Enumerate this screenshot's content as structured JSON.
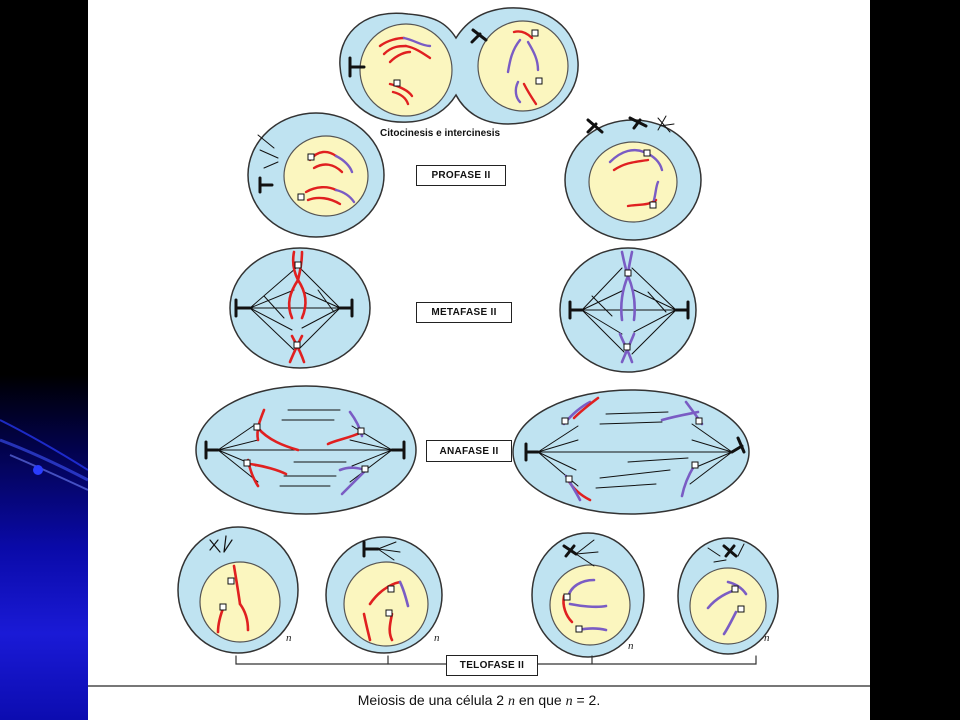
{
  "labels": {
    "cytokinesis": "Citocinesis e intercinesis",
    "prophase": "PROFASE II",
    "metaphase": "METAFASE II",
    "anaphase": "ANAFASE II",
    "telophase": "TELOFASE II",
    "n": "n"
  },
  "caption": {
    "pre": "Meiosis de una célula 2 ",
    "n1": "n",
    "mid": " en que ",
    "n2": "n",
    "post": " = 2."
  },
  "colors": {
    "cell_fill": "#bfe3f1",
    "nucleus_fill": "#fbf6bf",
    "paternal": "#e02020",
    "maternal": "#7a5cc4",
    "outline": "#333333"
  }
}
